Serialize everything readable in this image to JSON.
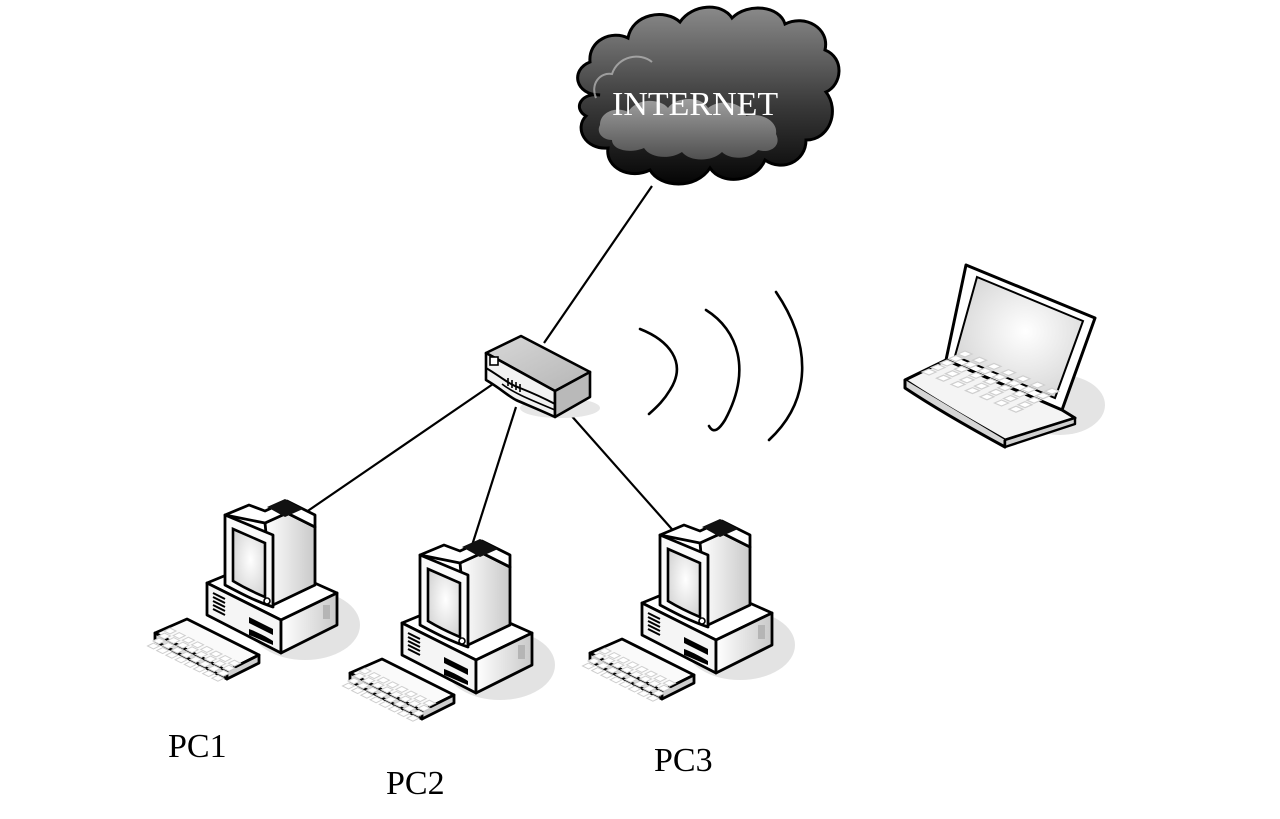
{
  "diagram": {
    "type": "network-topology",
    "nodes": [
      {
        "id": "internet",
        "kind": "cloud",
        "label": "INTERNET"
      },
      {
        "id": "router",
        "kind": "wireless-router",
        "label": ""
      },
      {
        "id": "laptop",
        "kind": "laptop",
        "label": ""
      },
      {
        "id": "pc1",
        "kind": "desktop-pc",
        "label": "PC1"
      },
      {
        "id": "pc2",
        "kind": "desktop-pc",
        "label": "PC2"
      },
      {
        "id": "pc3",
        "kind": "desktop-pc",
        "label": "PC3"
      }
    ],
    "links": [
      {
        "from": "internet",
        "to": "router",
        "medium": "wired"
      },
      {
        "from": "router",
        "to": "pc1",
        "medium": "wired"
      },
      {
        "from": "router",
        "to": "pc2",
        "medium": "wired"
      },
      {
        "from": "router",
        "to": "pc3",
        "medium": "wired"
      },
      {
        "from": "router",
        "to": "laptop",
        "medium": "wireless"
      }
    ],
    "wireless_wave_count": 3
  },
  "colors": {
    "line": "#000000",
    "cloud_dark": "#1a1a1a",
    "cloud_mid": "#6e6e6e",
    "cloud_light": "#9a9a9a",
    "device_face": "#f4f4f4",
    "device_side": "#c8c8c8",
    "router_top": "#c4c4c4",
    "shadow": "#e2e2e2",
    "cloud_text": "#ffffff"
  }
}
